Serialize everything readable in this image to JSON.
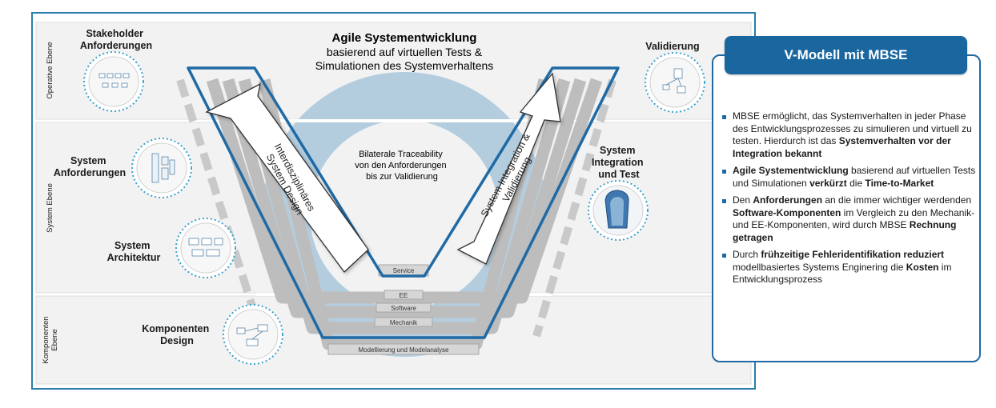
{
  "lanes": {
    "operative": "Operative Ebene",
    "system": "System Ebene",
    "komponenten_line1": "Komponenten",
    "komponenten_line2": "Ebene"
  },
  "left_nodes": {
    "stakeholder": [
      "Stakeholder",
      "Anforderungen"
    ],
    "system_anf": [
      "System",
      "Anforderungen"
    ],
    "system_arch": [
      "System",
      "Architektur"
    ],
    "komponenten": [
      "Komponenten",
      "Design"
    ]
  },
  "right_nodes": {
    "validierung": [
      "Validierung"
    ],
    "integration": [
      "System",
      "Integration",
      "und Test"
    ]
  },
  "agile": {
    "title": "Agile Systementwicklung",
    "line2": "basierend auf virtuellen  Tests &",
    "line3": "Simulationen des Systemverhaltens"
  },
  "traceability": [
    "Bilaterale Traceability",
    "von den Anforderungen",
    "bis zur Validierung"
  ],
  "arrow_left": [
    "Interdisziplinäres",
    "System Design"
  ],
  "arrow_right": [
    "System Integration &",
    "Validierung"
  ],
  "layers": {
    "service": "Service",
    "ee": "EE",
    "software": "Software",
    "mechanik": "Mechanik",
    "modell": "Modellierung und Modelanalyse"
  },
  "panel": {
    "title": "V-Modell mit MBSE",
    "bullets": [
      [
        {
          "t": "MBSE ermöglicht, das Systemverhalten in jeder Phase des Entwicklungsprozesses  zu simulieren und virtuell zu testen. Hierdurch ist das "
        },
        {
          "t": "Systemverhalten vor der Integration bekannt",
          "b": true
        }
      ],
      [
        {
          "t": "Agile Systementwicklung",
          "b": true
        },
        {
          "t": " basierend auf virtuellen Tests und Simulationen "
        },
        {
          "t": "verkürzt",
          "b": true
        },
        {
          "t": " die "
        },
        {
          "t": "Time-to-Market",
          "b": true
        }
      ],
      [
        {
          "t": "Den "
        },
        {
          "t": "Anforderungen",
          "b": true
        },
        {
          "t": "  an die immer wichtiger werdenden  "
        },
        {
          "t": "Software-Komponenten",
          "b": true
        },
        {
          "t": " im Vergleich zu den Mechanik- und EE-Komponenten, wird  durch MBSE "
        },
        {
          "t": "Rechnung getragen",
          "b": true
        }
      ],
      [
        {
          "t": "Durch "
        },
        {
          "t": "frühzeitige Fehleridentifikation reduziert",
          "b": true
        },
        {
          "t": " modellbasiertes Systems Enginering die "
        },
        {
          "t": "Kosten",
          "b": true
        },
        {
          "t": " im Entwicklungsprozess"
        }
      ]
    ]
  },
  "colors": {
    "frame": "#2a7cab",
    "accent": "#1a67a0",
    "lane_bg": "#f2f2f2",
    "gray_band": "#b9b9b9",
    "circle": "#a9c7da"
  }
}
